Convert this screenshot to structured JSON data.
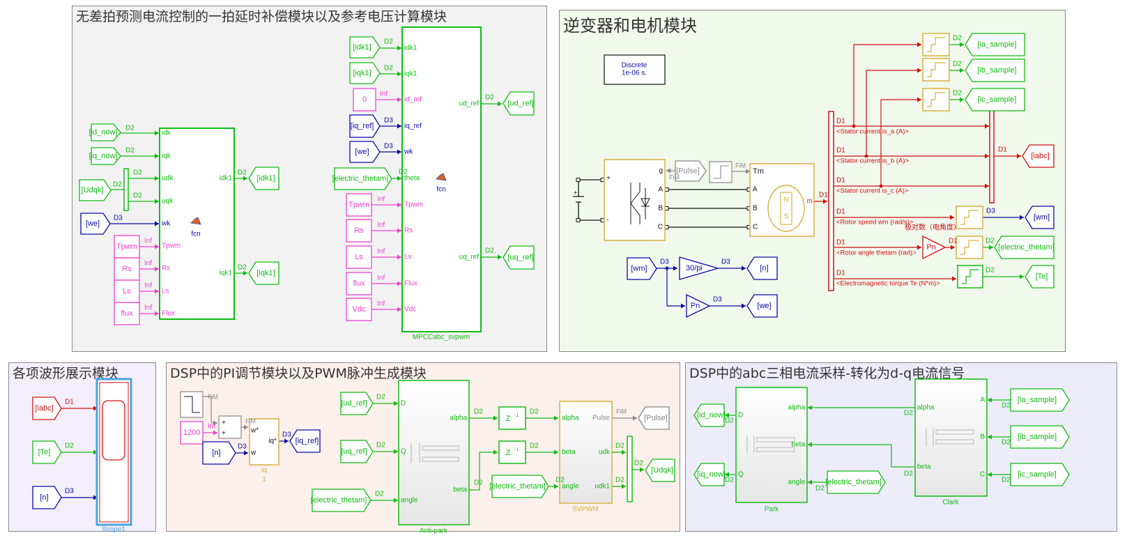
{
  "areas": [
    {
      "id": "a1",
      "title": "无差拍预测电流控制的一拍延时补偿模块以及参考电压计算模块",
      "bg": "#f2f2f2"
    },
    {
      "id": "a2",
      "title": "逆变器和电机模块",
      "bg": "#f1f8ec"
    },
    {
      "id": "a3",
      "title": "各项波形展示模块",
      "bg": "#f5eefb"
    },
    {
      "id": "a4",
      "title": "DSP中的PI调节模块以及PWM脉冲生成模块",
      "bg": "#fcf0ec"
    },
    {
      "id": "a5",
      "title": "DSP中的abc三相电流采样-转化为d-q电流信号",
      "bg": "#ececfb"
    }
  ],
  "colors": {
    "green": "#11bb11",
    "blue": "#0a0aa6",
    "magenta": "#f040d0",
    "red": "#d01010",
    "yellow": "#d8b040",
    "gray": "#888888",
    "black": "#111111"
  },
  "tags": {
    "idk1": "[idk1]",
    "iqk1": "[iqk1]",
    "id_now": "[id_now]",
    "iq_now": "[iq_now]",
    "Udqk": "[Udqk]",
    "we": "[we]",
    "iq_ref": "[iq_ref]",
    "electric_thetam": "[electric_thetam]",
    "ud_ref": "[ud_ref]",
    "uq_ref": "[uq_ref]",
    "Pulse": "[Pulse]",
    "ia_sample": "[ia_sample]",
    "ib_sample": "[ib_sample]",
    "ic_sample": "[ic_sample]",
    "iabc": "[iabc]",
    "wm": "[wm]",
    "Te": "[Te]",
    "n": "[n]"
  },
  "consts": {
    "Tpwm": "Tpwm",
    "Rs": "Rs",
    "Ls": "Ls",
    "flux": "flux",
    "Vdc": "Vdc",
    "zero": "0",
    "c1200": "1200"
  },
  "ports": {
    "fcn1_in": [
      "idk",
      "iqk",
      "udk",
      "uqk",
      "wk",
      "Tpwm",
      "Rs",
      "Ls",
      "Flux"
    ],
    "fcn1_out": [
      "idk1",
      "iqk1"
    ],
    "fcn2_in": [
      "idk1",
      "iqk1",
      "id_ref",
      "iq_ref",
      "wk",
      "theta",
      "Tpwm",
      "Rs",
      "Ls",
      "Flux",
      "Vdc"
    ],
    "fcn2_out": [
      "ud_ref",
      "uq_ref"
    ],
    "antipark_in": [
      "D",
      "Q",
      "angle"
    ],
    "antipark_out": [
      "alpha",
      "beta"
    ],
    "svpwm_in": [
      "alpha",
      "beta",
      "angle"
    ],
    "svpwm_out": [
      "Pulse",
      "udk",
      "udk1"
    ],
    "park_in": [
      "D",
      "Q"
    ],
    "park_right": [
      "alpha",
      "beta",
      "angle"
    ],
    "clark_left": [
      "alpha",
      "beta"
    ],
    "clark_right": [
      "A",
      "B",
      "C"
    ],
    "inverter": [
      "g",
      "A",
      "B",
      "C",
      "+",
      "-"
    ],
    "motor_in": [
      "Tm",
      "A",
      "B",
      "C"
    ],
    "motor_out": "m",
    "pi_in": [
      "w*",
      "w"
    ],
    "pi_out": "iq*"
  },
  "labels": {
    "fcn": "fcn",
    "mpcc": "MPCCabc_svpwm",
    "discrete1": "Discrete",
    "discrete2": "1e-06 s.",
    "stator_a": "<Stator current is_a (A)>",
    "stator_b": "<Stator current is_b (A)>",
    "stator_c": "<Stator current is_c (A)>",
    "rotor_speed": "<Rotor speed wm (rad/s)>",
    "rotor_angle": "<Rotor angle thetam (rad)>",
    "torque": "<Electromagnetic torque Te (N*m)>",
    "pole_note": "极对数（电角度）",
    "gain30": "30/pi",
    "Pn": "Pn",
    "scope": "Scope1",
    "antipark": "Anti-park",
    "svpwm": "SVPWM",
    "park": "Park",
    "clark": "Clark",
    "pi_name": "iq",
    "pi_sub": "1",
    "zinv": "Z",
    "zexp": "-1",
    "FiM": "FiM",
    "motorN": "N",
    "motorS": "S"
  },
  "rates": {
    "D1": "D1",
    "D2": "D2",
    "D3": "D3",
    "Inf": "Inf",
    "FiM": "FiM"
  }
}
